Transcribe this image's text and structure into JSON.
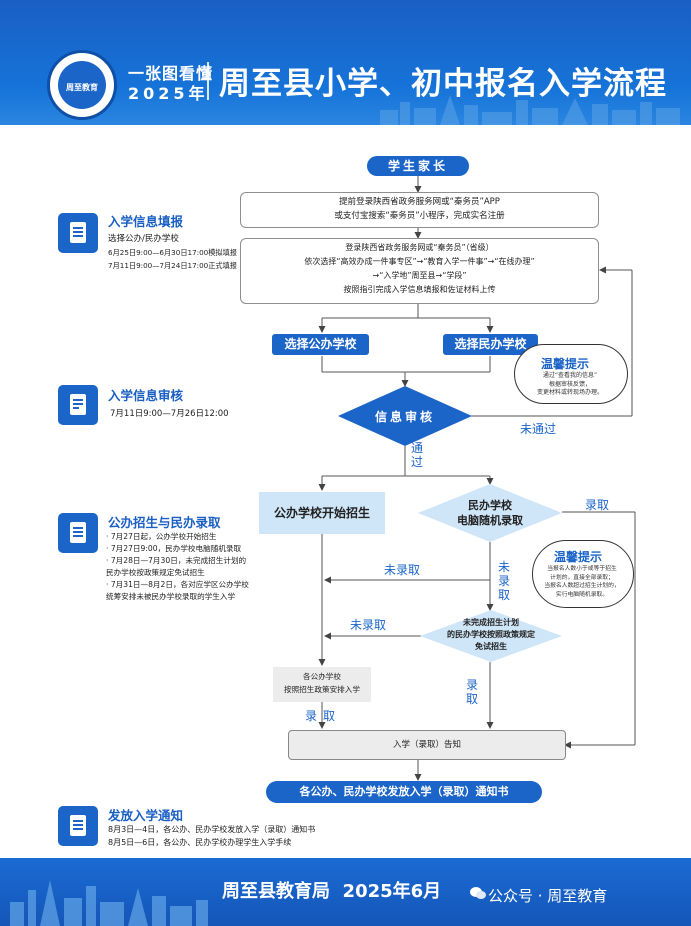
{
  "header": {
    "logo_text": "周至教育",
    "subtitle": "一张图看懂",
    "year": "2025年",
    "title": "周至县小学、初中报名入学流程"
  },
  "sections": [
    {
      "title": "入学信息填报",
      "lines": [
        "选择公办/民办学校",
        "6月25日9:00—6月30日17:00模拟填报",
        "7月11日9:00—7月24日17:00正式填报"
      ],
      "icon": "document-icon"
    },
    {
      "title": "入学信息审核",
      "lines": [
        "7月11日9:00—7月26日12:00"
      ],
      "icon": "review-document-icon"
    },
    {
      "title": "公办招生与民办录取",
      "lines": [
        "· 7月27日起，公办学校开始招生",
        "· 7月27日9:00，民办学校电脑随机录取",
        "· 7月28日—7月30日，未完成招生计划的",
        "  民办学校按政策规定免试招生",
        "· 7月31日—8月2日，各对应学区公办学校",
        "  统筹安排未被民办学校录取的学生入学"
      ],
      "icon": "checklist-icon"
    },
    {
      "title": "发放入学通知",
      "lines": [
        "8月3日—4日，各公办、民办学校发放入学（录取）通知书",
        "8月5日—6日，各公办、民办学校办理学生入学手续"
      ],
      "icon": "folder-check-icon"
    }
  ],
  "flow": {
    "start": "学生家长",
    "step1": [
      "提前登录陕西省政务服务网或“秦务员”APP",
      "或支付宝搜索“秦务员”小程序，完成实名注册"
    ],
    "step2": [
      "登录陕西省政务服务网或“秦务员”（省级）",
      "依次选择“高效办成一件事专区”→“教育入学一件事”→“在线办理”",
      "→“入学地”周至县→“学段”",
      "按照指引完成入学信息填报和佐证材料上传"
    ],
    "choose_public": "选择公办学校",
    "choose_private": "选择民办学校",
    "tip1_title": "温馨提示",
    "tip1_lines": [
      "通过“查看我的信息”",
      "根据审核反馈，",
      "变更材料或转现场办理。"
    ],
    "review": "信息审核",
    "not_passed": "未通过",
    "passed": "通过",
    "public_start": "公办学校开始招生",
    "private_lottery": [
      "民办学校",
      "电脑随机录取"
    ],
    "admitted": "录取",
    "not_admitted": "未录取",
    "tip2_title": "温馨提示",
    "tip2_lines": [
      "当报名人数小于或等于招生",
      "计划的，直接全部录取；",
      "当报名人数超过招生计划的，",
      "实行电脑随机录取。"
    ],
    "not_admitted2": "未录取",
    "free_admission": [
      "未完成招生计划",
      "的民办学校按照政策规定",
      "免试招生"
    ],
    "not_admitted3": "未录取",
    "public_arrange": [
      "各公办学校",
      "按照招生政策安排入学"
    ],
    "admitted2": "录取",
    "admitted3": "录取",
    "notice": "入学（录取）告知",
    "final": "各公办、民办学校发放入学（录取）通知书"
  },
  "footer": {
    "org": "周至县教育局",
    "date": "2025年6月",
    "wechat": "公众号 · 周至教育"
  },
  "colors": {
    "primary": "#1b64c8",
    "light_blue": "#cfe6f8",
    "diamond": "#1b64c8"
  }
}
